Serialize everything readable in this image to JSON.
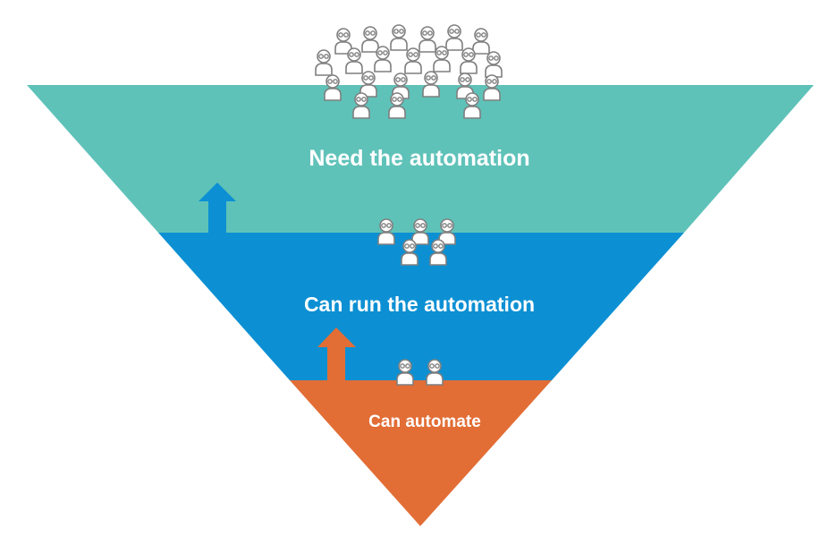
{
  "diagram": {
    "type": "inverted-pyramid",
    "tiers": [
      {
        "label": "Need the automation",
        "color": "#5fc2b9"
      },
      {
        "label": "Can run the automation",
        "color": "#0c90d3"
      },
      {
        "label": "Can automate",
        "color": "#e26d35"
      }
    ],
    "arrows": [
      {
        "from_tier": 1,
        "to_tier": 0,
        "color": "#0c90d3"
      },
      {
        "from_tier": 2,
        "to_tier": 1,
        "color": "#e26d35"
      }
    ],
    "people_icon": "person-icon",
    "people_counts": [
      22,
      5,
      2
    ]
  }
}
